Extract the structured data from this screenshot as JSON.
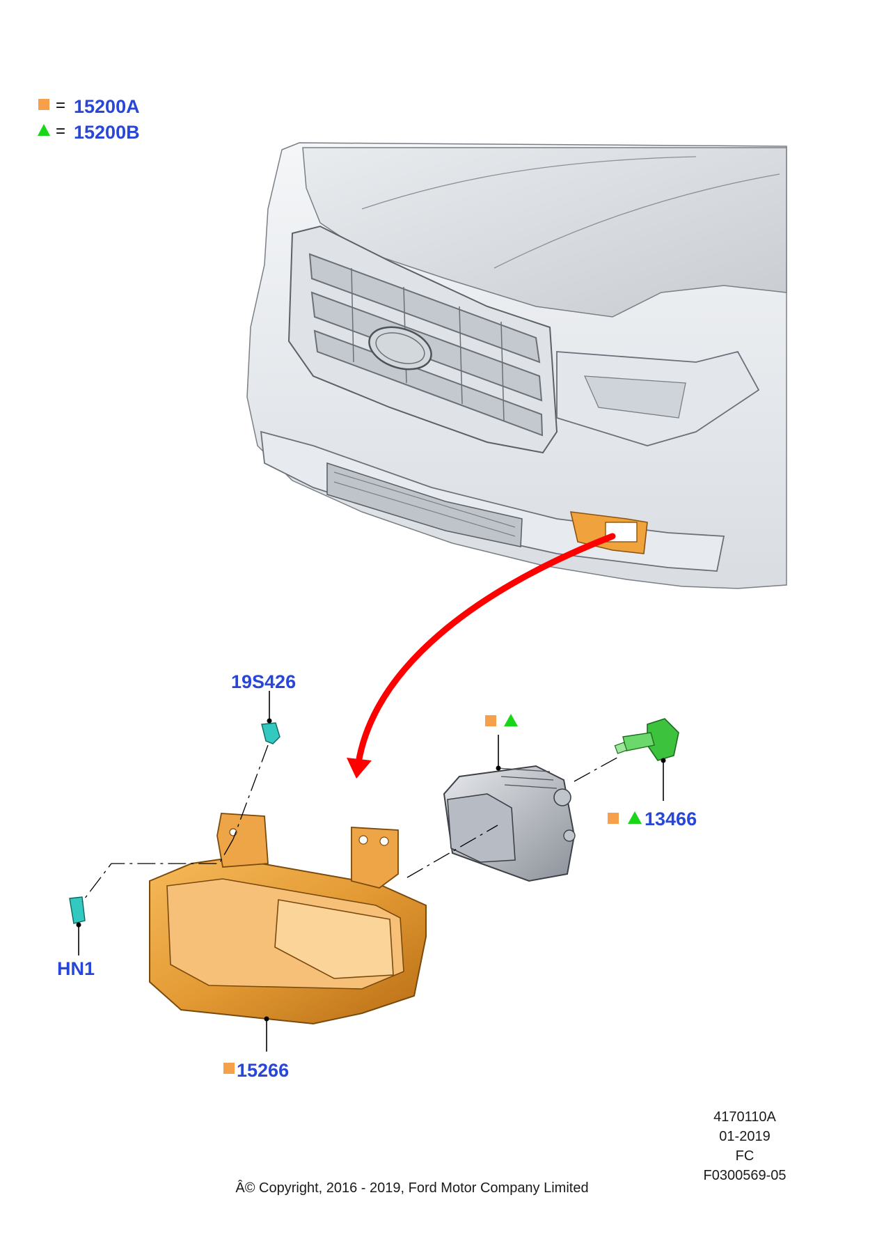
{
  "legend": [
    {
      "marker": "square",
      "color": "#f7a04b",
      "equals": "=",
      "code": "15200A"
    },
    {
      "marker": "triangle",
      "color": "#19d619",
      "equals": "=",
      "code": "15200B"
    }
  ],
  "callouts": {
    "clip_top": "19S426",
    "clip_left": "HN1",
    "bracket": "15266",
    "bulb": "13466"
  },
  "colors": {
    "callout_text": "#2846d8",
    "bracket_fill": "#e8a23c",
    "arrow": "#ff0000",
    "clip": "#33c9c0",
    "bulb": "#3cc23c"
  },
  "footer": {
    "ref_code": "4170110A",
    "date": "01-2019",
    "market": "FC",
    "figure_id": "F0300569-05",
    "copyright": "Â© Copyright, 2016 - 2019, Ford Motor Company Limited"
  }
}
